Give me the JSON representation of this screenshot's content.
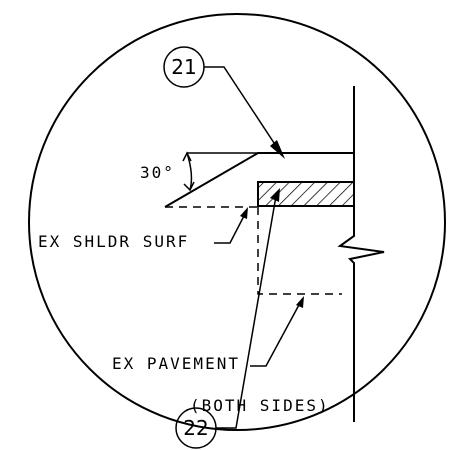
{
  "labels": {
    "callout_top": "21",
    "callout_bottom": "22",
    "angle": "30°",
    "shoulder_surface": "EX SHLDR SURF",
    "pavement": "EX PAVEMENT",
    "both_sides": "(BOTH SIDES)"
  },
  "colors": {
    "line": "#000000",
    "background": "#ffffff"
  }
}
